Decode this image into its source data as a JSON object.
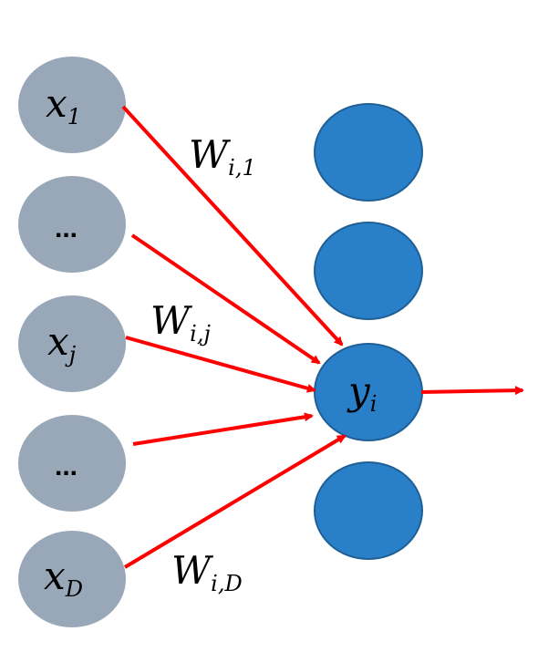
{
  "colors": {
    "input_node_fill": "#98a8b8",
    "output_node_fill": "#2a80c8",
    "output_node_stroke": "#1f5f95",
    "edge": "#ff0000",
    "background": "#ffffff"
  },
  "inputs": [
    {
      "base": "x",
      "sub": "1"
    },
    {
      "ellipsis": "..."
    },
    {
      "base": "x",
      "sub": "j"
    },
    {
      "ellipsis": "..."
    },
    {
      "base": "x",
      "sub": "D"
    }
  ],
  "output": {
    "base": "y",
    "sub": "i"
  },
  "weights": [
    {
      "base": "W",
      "sub": "i,1"
    },
    {
      "base": "W",
      "sub": "i,j"
    },
    {
      "base": "W",
      "sub": "i,D"
    }
  ]
}
